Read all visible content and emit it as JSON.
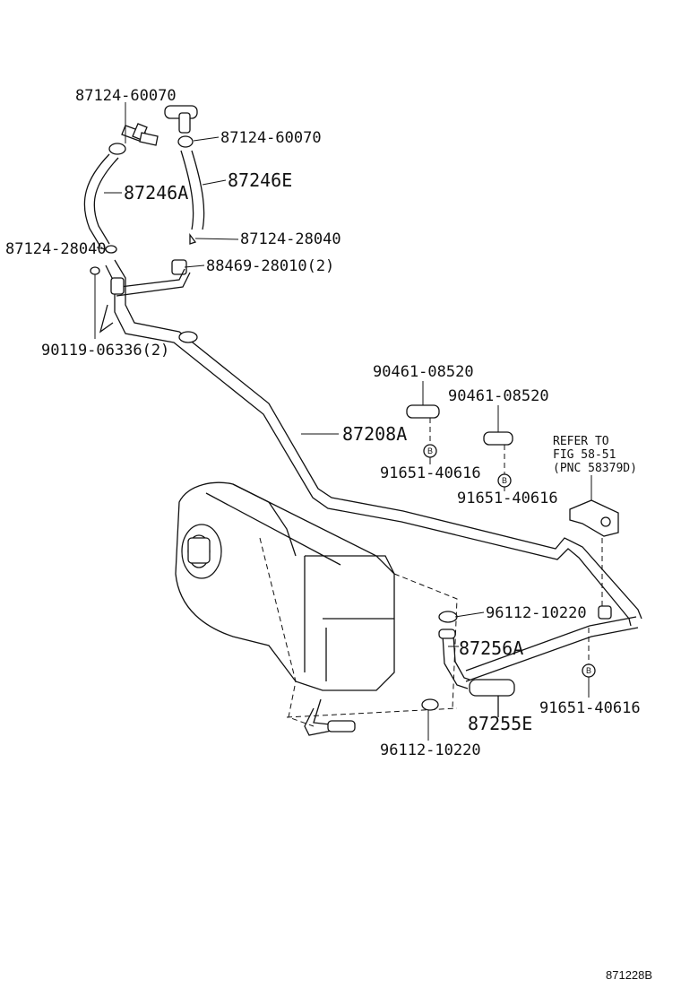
{
  "labels": {
    "p8712460070_a": "87124-60070",
    "p8712460070_b": "87124-60070",
    "p87246A": "87246A",
    "p87246E": "87246E",
    "p8712428040_a": "87124-28040",
    "p8712428040_b": "87124-28040",
    "p8846928010": "88469-28010(2)",
    "p9011906336": "90119-06336(2)",
    "p9046108520_a": "90461-08520",
    "p9046108520_b": "90461-08520",
    "p87208A": "87208A",
    "p9165140616_a": "91651-40616",
    "p9165140616_b": "91651-40616",
    "p9165140616_c": "91651-40616",
    "p9611210220_a": "96112-10220",
    "p9611210220_b": "96112-10220",
    "p87256A": "87256A",
    "p87255E": "87255E",
    "refer_line1": "REFER TO",
    "refer_line2": "FIG 58-51",
    "refer_line3": "(PNC 58379D)",
    "figure_id": "871228B"
  },
  "symbols": {
    "clamp_mark": "B"
  }
}
